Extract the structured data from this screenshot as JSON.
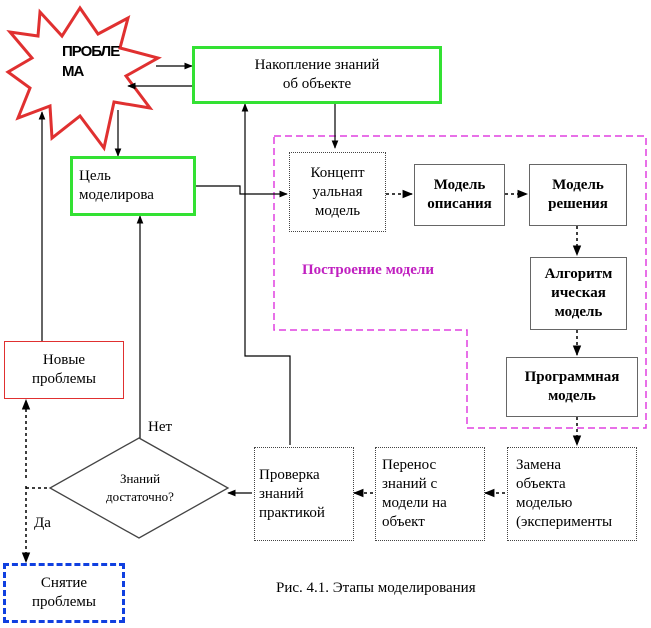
{
  "problem": {
    "text": "ПРОБЛЕ\nМА"
  },
  "knowledge": {
    "text": "Накопление знаний\nоб объекте"
  },
  "goal": {
    "text": "Цель\nмоделирова"
  },
  "concept": {
    "text": "Концепт\nуальная\nмодель"
  },
  "description": {
    "text": "Модель\nописания"
  },
  "solution": {
    "text": "Модель\nрешения"
  },
  "algorithmic": {
    "text": "Алгоритм\nическая\nмодель"
  },
  "program": {
    "text": "Программная\nмодель"
  },
  "replace": {
    "text": "Замена\nобъекта\nмоделью\n(эксперименты"
  },
  "transfer": {
    "text": "Перенос\nзнаний с\nмодели на\nобъект"
  },
  "check": {
    "text": "Проверка\nзнаний\nпрактикой"
  },
  "decision": {
    "text": "Знаний\nдостаточно?"
  },
  "new_problems": {
    "text": "Новые\nпроблемы"
  },
  "removal": {
    "text": "Снятие\nпроблемы"
  },
  "labels": {
    "no": "Нет",
    "yes": "Да"
  },
  "region": {
    "label": "Построение  модели",
    "color": "#c020c0"
  },
  "caption": "Рис. 4.1. Этапы моделирования",
  "colors": {
    "green": "#33e133",
    "red": "#e03030",
    "blue": "#1040e0",
    "magenta": "#c020c0"
  }
}
